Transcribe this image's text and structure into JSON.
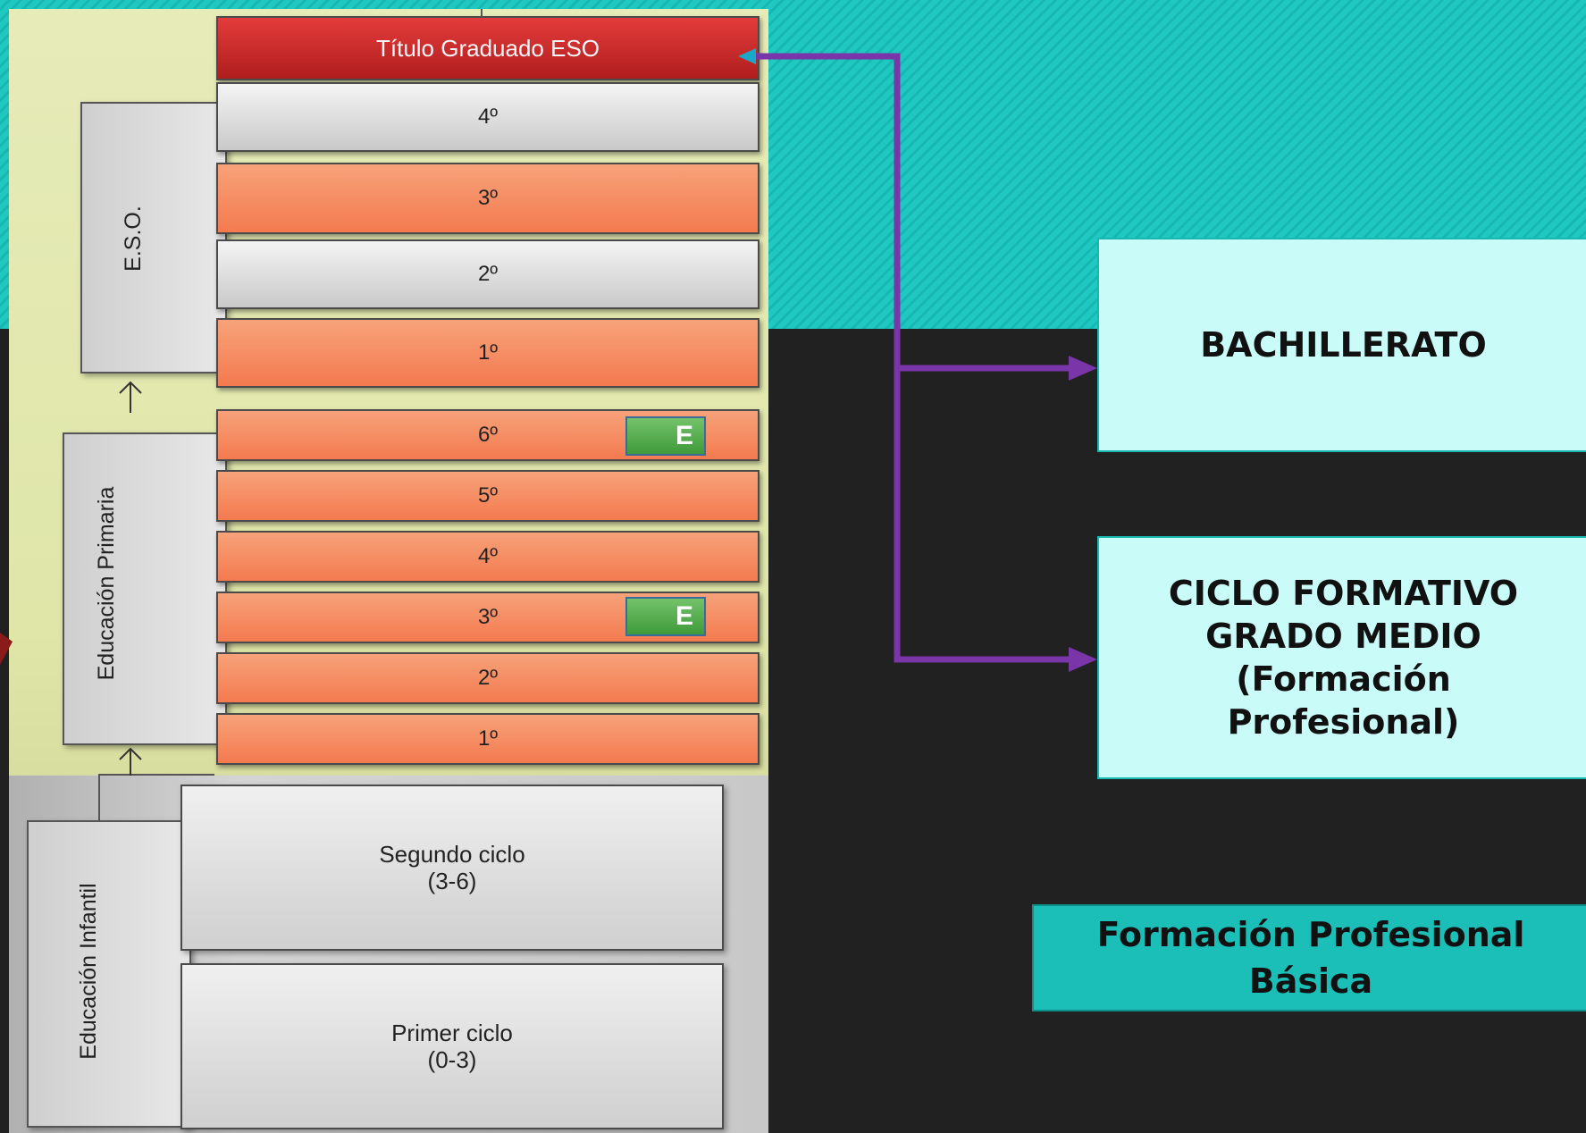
{
  "diagram": {
    "title_eso": "Título Graduado ESO",
    "stages": {
      "eso": "E.S.O.",
      "primaria": "Educación Primaria",
      "infantil": "Educación Infantil"
    },
    "eso_rows": [
      "4º",
      "3º",
      "2º",
      "1º"
    ],
    "primaria_rows": [
      "6º",
      "5º",
      "4º",
      "3º",
      "2º",
      "1º"
    ],
    "evaluation_badge": "E",
    "infantil_rows": [
      {
        "name": "Segundo ciclo",
        "ages": "(3-6)"
      },
      {
        "name": "Primer ciclo",
        "ages": "(0-3)"
      }
    ]
  },
  "destinations": {
    "bachillerato": "BACHILLERATO",
    "ciclo_line1": "CICLO FORMATIVO",
    "ciclo_line2": "GRADO MEDIO",
    "ciclo_line3": "(Formación",
    "ciclo_line4": "Profesional)",
    "fpb_line1": "Formación Profesional",
    "fpb_line2": "Básica"
  },
  "colors": {
    "background_dark": "#212121",
    "band_teal": "#1fc9c1",
    "target_fill": "#c9fbf8",
    "fpb_fill": "#1bbfb8",
    "connector_purple": "#7a35a8",
    "row_orange": "#f47a4f",
    "title_red": "#c42828",
    "badge_green": "#4fae48"
  }
}
